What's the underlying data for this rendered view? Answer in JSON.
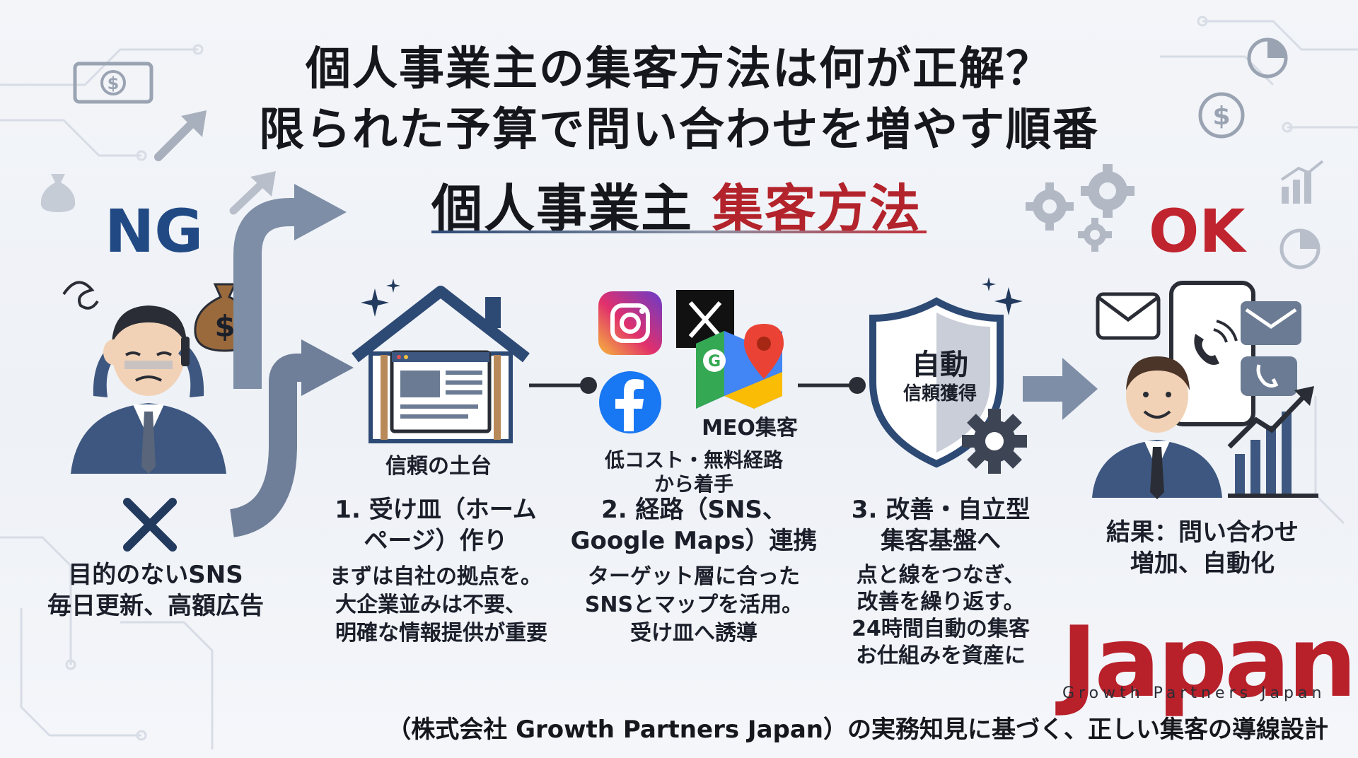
{
  "title": {
    "line1": "個人事業主の集客方法は何が正解？",
    "line2": "限られた予算で問い合わせを増やす順番"
  },
  "subtitle": {
    "dark": "個人事業主",
    "red": "集客方法"
  },
  "labels": {
    "ng": "NG",
    "ok": "OK"
  },
  "ng_section": {
    "caption_line1": "目的のないSNS",
    "caption_line2": "毎日更新、高額広告"
  },
  "steps": [
    {
      "tag": "信頼の土台",
      "heading_line1": "1. 受け皿（ホーム",
      "heading_line2": "ページ）作り",
      "body": [
        "まずは自社の拠点を。",
        "大企業並みは不要、",
        "明確な情報提供が重要"
      ]
    },
    {
      "tag_line1": "低コスト・無料経路",
      "tag_line2": "から着手",
      "meo_label": "MEO集客",
      "heading_line1": "2. 経路（SNS、",
      "heading_line2": "Google Maps）連携",
      "body": [
        "ターゲット層に合った",
        "SNSとマップを活用。",
        "受け皿へ誘導"
      ]
    },
    {
      "shield_title": "自動",
      "shield_sub": "信頼獲得",
      "heading_line1": "3. 改善・自立型",
      "heading_line2": "集客基盤へ",
      "body": [
        "点と線をつなぎ、",
        "改善を繰り返す。",
        "24時間自動の集客",
        "お仕組みを資産に"
      ]
    }
  ],
  "result": {
    "line1": "結果：問い合わせ",
    "line2": "増加、自動化"
  },
  "logo": {
    "text": "Japan",
    "sub": "Growth Partners Japan"
  },
  "footer": "（株式会社 Growth Partners Japan）の実務知見に基づく、正しい集客の導線設計",
  "colors": {
    "navy": "#214a85",
    "red": "#c0242e",
    "steel": "#6b7b93",
    "ink": "#15171d"
  },
  "icons": [
    "money-bill-icon",
    "money-bag-icon",
    "arrow-up-icon",
    "x-mark-icon",
    "house-icon",
    "instagram-icon",
    "x-twitter-icon",
    "facebook-icon",
    "google-maps-icon",
    "shield-icon",
    "gear-icon",
    "phone-icon",
    "mail-icon",
    "bar-chart-icon",
    "pie-chart-icon",
    "dollar-circle-icon",
    "sparkle-icon"
  ]
}
